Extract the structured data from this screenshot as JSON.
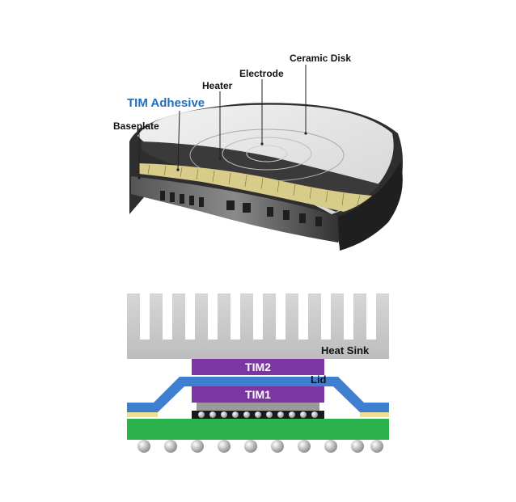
{
  "top_diagram": {
    "labels": {
      "ceramic_disk": "Ceramic Disk",
      "electrode": "Electrode",
      "heater": "Heater",
      "tim_adhesive": "TIM Adhesive",
      "baseplate": "Baseplate"
    },
    "colors": {
      "tim_label": "#1f6fc1",
      "label_text": "#111111",
      "ceramic_disk": "#e6e6e6",
      "dark_body": "#3a3a3a",
      "adhesive": "#d8cc8a"
    }
  },
  "bottom_diagram": {
    "labels": {
      "heat_sink": "Heat Sink",
      "tim2": "TIM2",
      "lid": "Lid",
      "tim1": "TIM1"
    },
    "colors": {
      "heat_sink": "#c9c9c9",
      "tim": "#7d35a3",
      "lid": "#3e7fd0",
      "substrate": "#2bb24c",
      "solder": "#a8a8a8",
      "adhesive_pad": "#f0de8a"
    }
  }
}
